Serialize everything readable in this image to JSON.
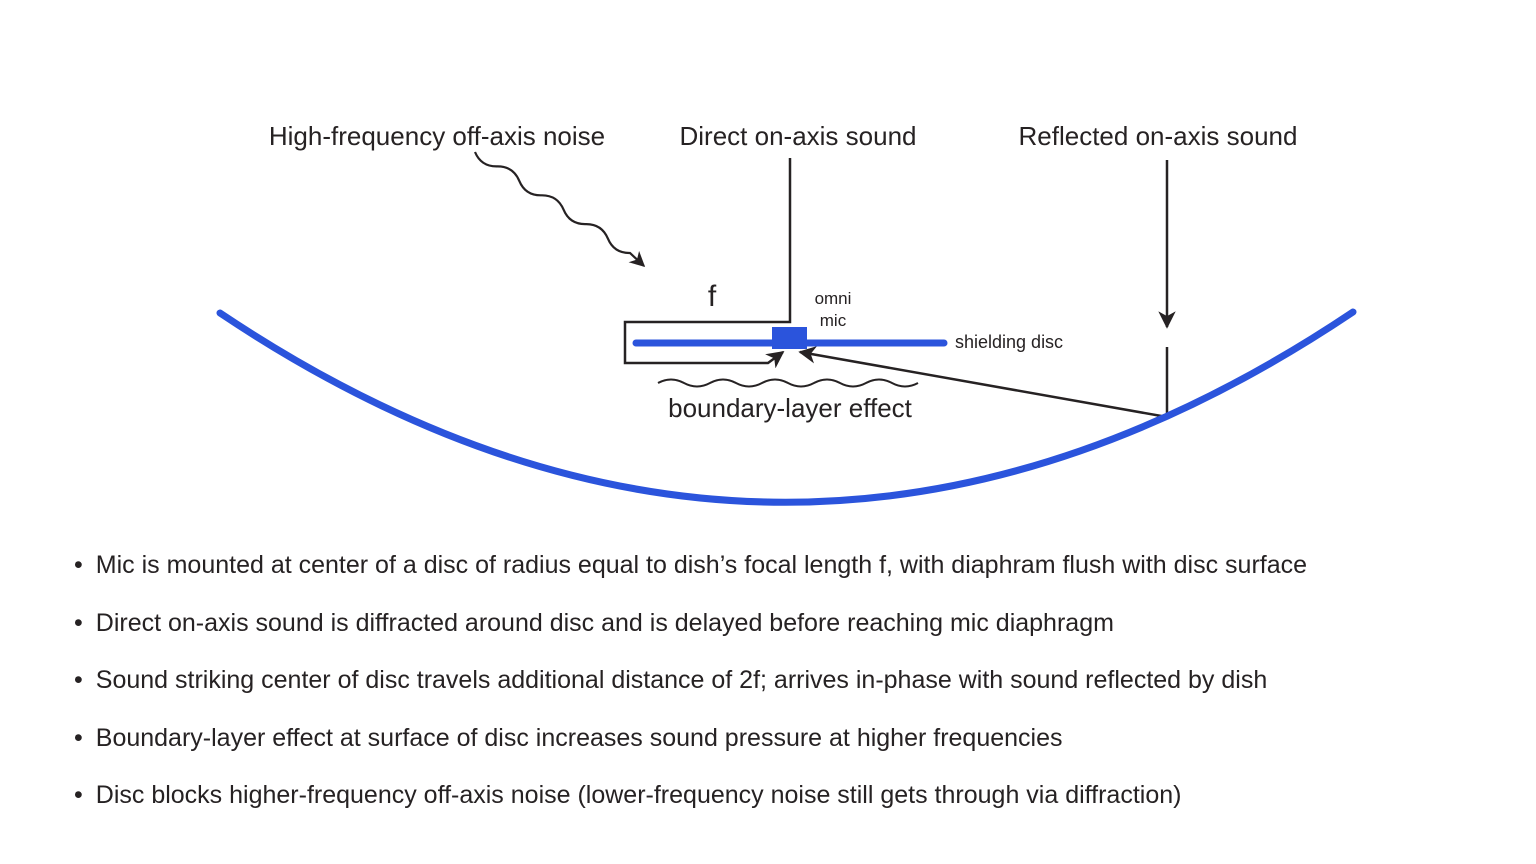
{
  "diagram": {
    "labels": {
      "high_frequency_noise": "High-frequency off-axis noise",
      "direct_sound": "Direct on-axis sound",
      "reflected_sound": "Reflected on-axis sound",
      "focal_length": "f",
      "omni": "omni",
      "mic": "mic",
      "shielding_disc": "shielding disc",
      "boundary_layer": "boundary-layer effect"
    },
    "colors": {
      "dish_blue": "#2b54dc",
      "ink": "#262223"
    }
  },
  "bullets": {
    "marker": "•",
    "items": [
      "Mic is mounted at center of a disc of radius equal to dish’s focal length f, with diaphram flush with disc surface",
      "Direct on-axis sound is diffracted around disc and is delayed before reaching mic diaphragm",
      "Sound striking center of disc travels additional distance of 2f; arrives in-phase with sound reflected by dish",
      "Boundary-layer effect at surface of disc increases sound pressure at higher frequencies",
      "Disc blocks higher-frequency off-axis noise (lower-frequency noise still gets through via diffraction)"
    ]
  }
}
